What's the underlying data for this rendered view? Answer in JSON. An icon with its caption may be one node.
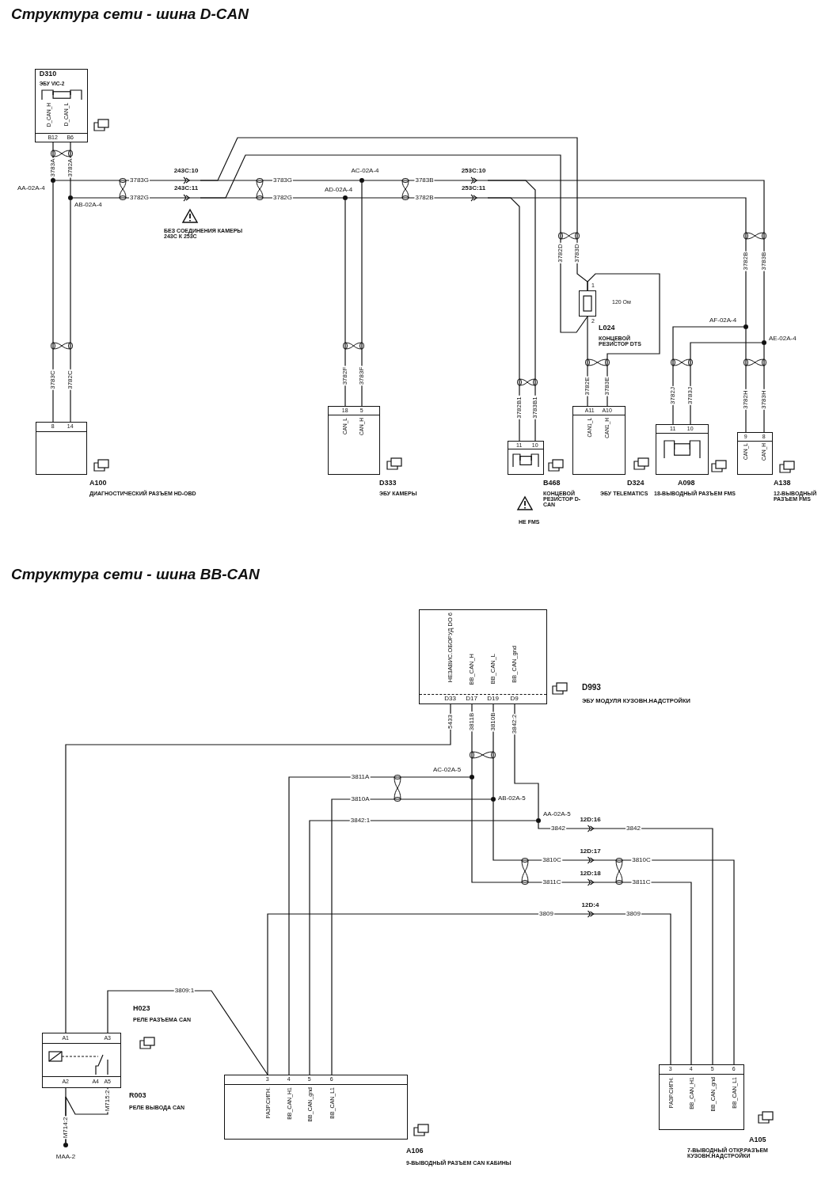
{
  "diagram": {
    "nodes": [
      {
        "text": [
          "D310",
          "ЭБУ VIC-2",
          "D_CAN_H",
          "D_CAN_L",
          "B12",
          "B6"
        ]
      },
      {
        "text": [
          "AA-02A-4"
        ]
      },
      {
        "text": [
          "AB-02A-4"
        ]
      },
      {
        "text": [
          "243C:10"
        ]
      },
      {
        "text": [
          "243C:11"
        ]
      },
      {
        "text": [
          "AC-02A-4"
        ]
      },
      {
        "text": [
          "AD-02A-4"
        ]
      },
      {
        "text": [
          "253C:10"
        ]
      },
      {
        "text": [
          "253C:11"
        ]
      },
      {
        "text": [
          "8",
          "14"
        ],
        "beside": [
          "A100",
          "ДИАГНОСТИЧЕСКИЙ РАЗЪЕМ HD-OBD"
        ]
      },
      {
        "text": [
          "18",
          "5",
          "CAN_L",
          "CAN_H"
        ],
        "beside": [
          "D333",
          "ЭБУ КАМЕРЫ"
        ]
      },
      {
        "text": [
          "11",
          "10"
        ],
        "beside": [
          "B468",
          "КОНЦЕВОЙ РЕЗИСТОР D-CAN"
        ]
      },
      {
        "text": [],
        "shape": "box",
        "beside": [
          "1",
          "2",
          "120 Ом",
          "L024",
          "КОНЦЕВОЙ РЕЗИСТОР DTS"
        ]
      },
      {
        "text": [
          "A11",
          "A10",
          "CAN1_L",
          "CAN1_H"
        ],
        "beside": [
          "D324",
          "ЭБУ TELEMATICS"
        ]
      },
      {
        "text": [
          "AF-02A-4"
        ]
      },
      {
        "text": [
          "AE-02A-4"
        ]
      },
      {
        "text": [
          "11",
          "10"
        ],
        "beside": [
          "A098",
          "18-ВЫВОДНЫЙ РАЗЪЕМ FMS"
        ]
      },
      {
        "text": [
          "9",
          "8",
          "CAN_L",
          "CAN_H"
        ],
        "beside": [
          "A138",
          "12-ВЫВОДНЫЙ РАЗЪЕМ FMS"
        ]
      },
      {
        "text": [
          "НЕЗАВИС.ОБОРУД DO 6",
          "BB_CAN_H",
          "BB_CAN_L",
          "BB_CAN_gnd",
          "D33",
          "D17",
          "D19",
          "D9"
        ],
        "beside": [
          "D993",
          "ЭБУ МОДУЛЯ КУЗОВН.НАДСТРОЙКИ"
        ]
      },
      {
        "text": [
          "AC-02A-5"
        ]
      },
      {
        "text": [
          "AB-02A-5"
        ]
      },
      {
        "text": [
          "AA-02A-5"
        ]
      },
      {
        "text": [
          "12D:16"
        ]
      },
      {
        "text": [
          "12D:17"
        ]
      },
      {
        "text": [
          "12D:18"
        ]
      },
      {
        "text": [
          "12D:4"
        ]
      },
      {
        "text": [
          "A1",
          "A3",
          "A2",
          "A4",
          "A5"
        ],
        "beside": [
          "H023",
          "РЕЛЕ РАЗЪЕМА CAN",
          "R003",
          "РЕЛЕ ВЫВОДА CAN"
        ]
      },
      {
        "text": [
          "MAA-2"
        ]
      },
      {
        "text": [
          "3",
          "4",
          "5",
          "6",
          "РАЗР.СИГН.",
          "BB_CAN_H1",
          "BB_CAN_gnd",
          "BB_CAN_L1"
        ],
        "beside": [
          "A106",
          "9-ВЫВОДНЫЙ РАЗЪЕМ CAN КАБИНЫ"
        ]
      },
      {
        "text": [
          "3",
          "4",
          "5",
          "6",
          "РАЗР.СИГН.",
          "BB_CAN_H1",
          "BB_CAN_gnd",
          "BB_CAN_L1"
        ],
        "beside": [
          "A105",
          "7-ВЫВОДНЫЙ ОТКР.РАЗЪЕМ КУЗОВН.НАДСТРОЙКИ"
        ]
      }
    ],
    "edges": [
      {
        "from": 0,
        "to": 1,
        "arrow": "none",
        "label": "3783A"
      },
      {
        "from": 0,
        "to": 2,
        "arrow": "none",
        "label": "3782A"
      },
      {
        "from": 1,
        "to": 9,
        "arrow": "none",
        "label": "3783C"
      },
      {
        "from": 2,
        "to": 9,
        "arrow": "none",
        "label": "3782C"
      },
      {
        "from": 1,
        "to": 3,
        "arrow": "none",
        "label": "3783G"
      },
      {
        "from": 2,
        "to": 4,
        "arrow": "none",
        "label": "3782G"
      },
      {
        "from": 3,
        "to": 5,
        "arrow": "none",
        "label": "3783G"
      },
      {
        "from": 4,
        "to": 6,
        "arrow": "none",
        "label": "3782G"
      },
      {
        "from": 3,
        "to": 12,
        "arrow": "none",
        "label": "3783D"
      },
      {
        "from": 4,
        "to": 12,
        "arrow": "none",
        "label": "3782D"
      },
      {
        "from": 5,
        "to": 10,
        "arrow": "none",
        "label": "3783F"
      },
      {
        "from": 6,
        "to": 10,
        "arrow": "none",
        "label": "3782F"
      },
      {
        "from": 5,
        "to": 7,
        "arrow": "none",
        "label": "3783B"
      },
      {
        "from": 6,
        "to": 8,
        "arrow": "none",
        "label": "3782B"
      },
      {
        "from": 7,
        "to": 11,
        "arrow": "none",
        "label": "3783B1"
      },
      {
        "from": 8,
        "to": 11,
        "arrow": "none",
        "label": "3782B1"
      },
      {
        "from": 7,
        "to": 15,
        "arrow": "none",
        "label": "3783B"
      },
      {
        "from": 8,
        "to": 14,
        "arrow": "none",
        "label": "3782B"
      },
      {
        "from": 12,
        "to": 13,
        "arrow": "none",
        "label": "3782E"
      },
      {
        "from": 12,
        "to": 13,
        "arrow": "none",
        "label": "3783E"
      },
      {
        "from": 14,
        "to": 16,
        "arrow": "none",
        "label": "3782J"
      },
      {
        "from": 15,
        "to": 16,
        "arrow": "none",
        "label": "3783J"
      },
      {
        "from": 14,
        "to": 17,
        "arrow": "none",
        "label": "3782H"
      },
      {
        "from": 15,
        "to": 17,
        "arrow": "none",
        "label": "3783H"
      },
      {
        "from": 18,
        "to": 26,
        "arrow": "none",
        "label": "5433"
      },
      {
        "from": 18,
        "to": 19,
        "arrow": "none",
        "label": "3811B"
      },
      {
        "from": 18,
        "to": 20,
        "arrow": "none",
        "label": "3810B"
      },
      {
        "from": 18,
        "to": 21,
        "arrow": "none",
        "label": "3842:2"
      },
      {
        "from": 19,
        "to": 28,
        "arrow": "none",
        "label": "3811A"
      },
      {
        "from": 20,
        "to": 28,
        "arrow": "none",
        "label": "3810A"
      },
      {
        "from": 21,
        "to": 28,
        "arrow": "none",
        "label": "3842:1"
      },
      {
        "from": 21,
        "to": 22,
        "arrow": "none",
        "label": "3842"
      },
      {
        "from": 22,
        "to": 29,
        "arrow": "none",
        "label": "3842"
      },
      {
        "from": 20,
        "to": 23,
        "arrow": "none",
        "label": "3810C"
      },
      {
        "from": 23,
        "to": 29,
        "arrow": "none",
        "label": "3810C"
      },
      {
        "from": 19,
        "to": 24,
        "arrow": "none",
        "label": "3811C"
      },
      {
        "from": 24,
        "to": 29,
        "arrow": "none",
        "label": "3811C"
      },
      {
        "from": 26,
        "to": 28,
        "arrow": "none",
        "label": "3809:1"
      },
      {
        "from": 28,
        "to": 25,
        "arrow": "none",
        "label": "3809"
      },
      {
        "from": 25,
        "to": 29,
        "arrow": "none",
        "label": "3809"
      },
      {
        "from": 26,
        "to": 27,
        "arrow": "none",
        "label": "M714:2"
      },
      {
        "from": 26,
        "to": 27,
        "arrow": "none",
        "label": "M715:2"
      }
    ],
    "labels": [
      "Структура сети - шина D-CAN",
      "БЕЗ СОЕДИНЕНИЯ КАМЕРЫ 243C К 253C",
      "НЕ FMS",
      "Структура сети - шина BB-CAN"
    ]
  }
}
